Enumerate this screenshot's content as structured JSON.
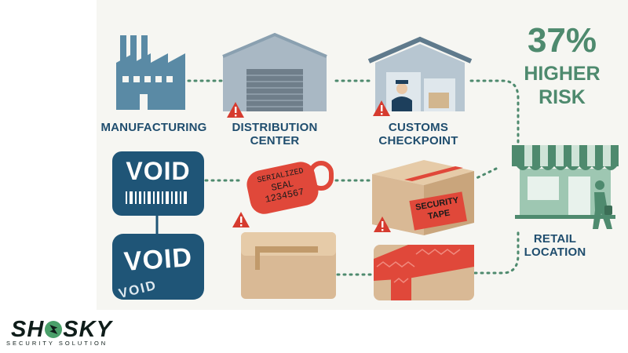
{
  "stats": {
    "percent": "37%",
    "line1": "HIGHER",
    "line2": "RISK"
  },
  "nodes": {
    "manufacturing": "MANUFACTURING",
    "distribution": [
      "DISTRIBUTION",
      "CENTER"
    ],
    "customs": [
      "CUSTOMS",
      "CHECKPOINT"
    ],
    "retail": [
      "RETAIL",
      "LOCATION"
    ]
  },
  "labels": {
    "void_top": "VOID",
    "void_bottom": "VOID",
    "void_repeat": "VOID",
    "seal": [
      "SERIALIZED",
      "SEAL",
      "1234567"
    ],
    "tape": [
      "SECURITY",
      "TAPE"
    ]
  },
  "brand": {
    "name_left": "SH",
    "name_right": "SKY",
    "tagline": "SECURITY SOLUTION"
  },
  "colors": {
    "navy": "#1f5577",
    "green": "#4e8a6e",
    "alert": "#d63b2f",
    "cardboard": "#d9b995",
    "seal_red": "#e0483a"
  }
}
